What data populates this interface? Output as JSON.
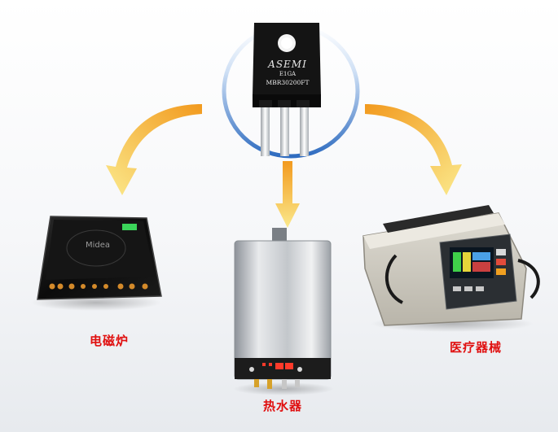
{
  "component": {
    "brand": "ASEMI",
    "marking_small": "E1GA",
    "part_number": "MBR30200FT"
  },
  "appliances": [
    {
      "label": "电磁炉",
      "brand": "Midea"
    },
    {
      "label": "热水器"
    },
    {
      "label": "医疗器械"
    }
  ],
  "colors": {
    "arrow_start": "#f6e27a",
    "arrow_end": "#f29a1e",
    "ring": "#3f79c8",
    "label": "#e01010"
  }
}
